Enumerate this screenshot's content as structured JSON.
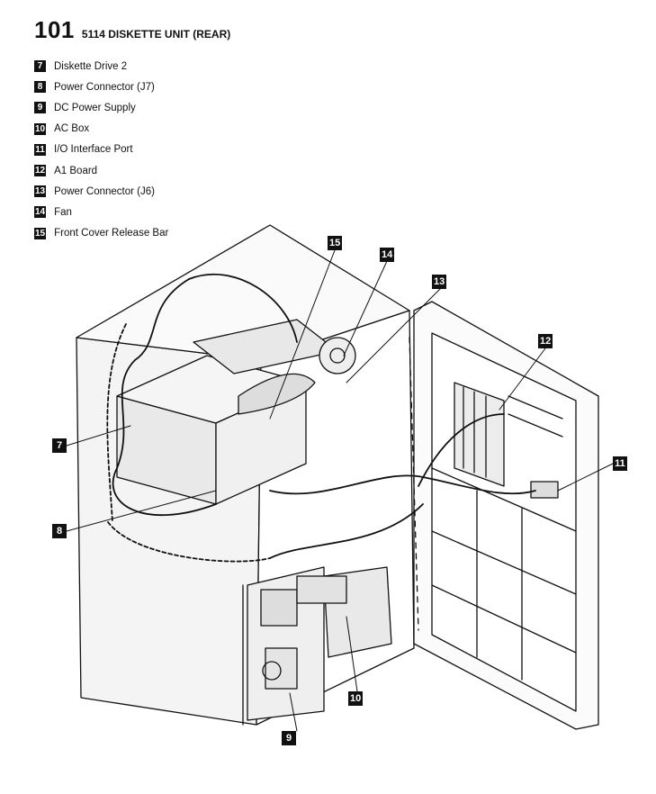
{
  "header": {
    "page_number": "101",
    "title": "5114 DISKETTE UNIT (REAR)"
  },
  "legend": [
    {
      "num": "7",
      "label": "Diskette Drive 2"
    },
    {
      "num": "8",
      "label": "Power Connector (J7)"
    },
    {
      "num": "9",
      "label": "DC Power Supply"
    },
    {
      "num": "10",
      "label": "AC Box"
    },
    {
      "num": "11",
      "label": "I/O Interface Port"
    },
    {
      "num": "12",
      "label": "A1 Board"
    },
    {
      "num": "13",
      "label": "Power Connector (J6)"
    },
    {
      "num": "14",
      "label": "Fan"
    },
    {
      "num": "15",
      "label": "Front Cover Release Bar"
    }
  ],
  "callouts": {
    "c7": "7",
    "c8": "8",
    "c9": "9",
    "c10": "10",
    "c11": "11",
    "c12": "12",
    "c13": "13",
    "c14": "14",
    "c15": "15"
  }
}
